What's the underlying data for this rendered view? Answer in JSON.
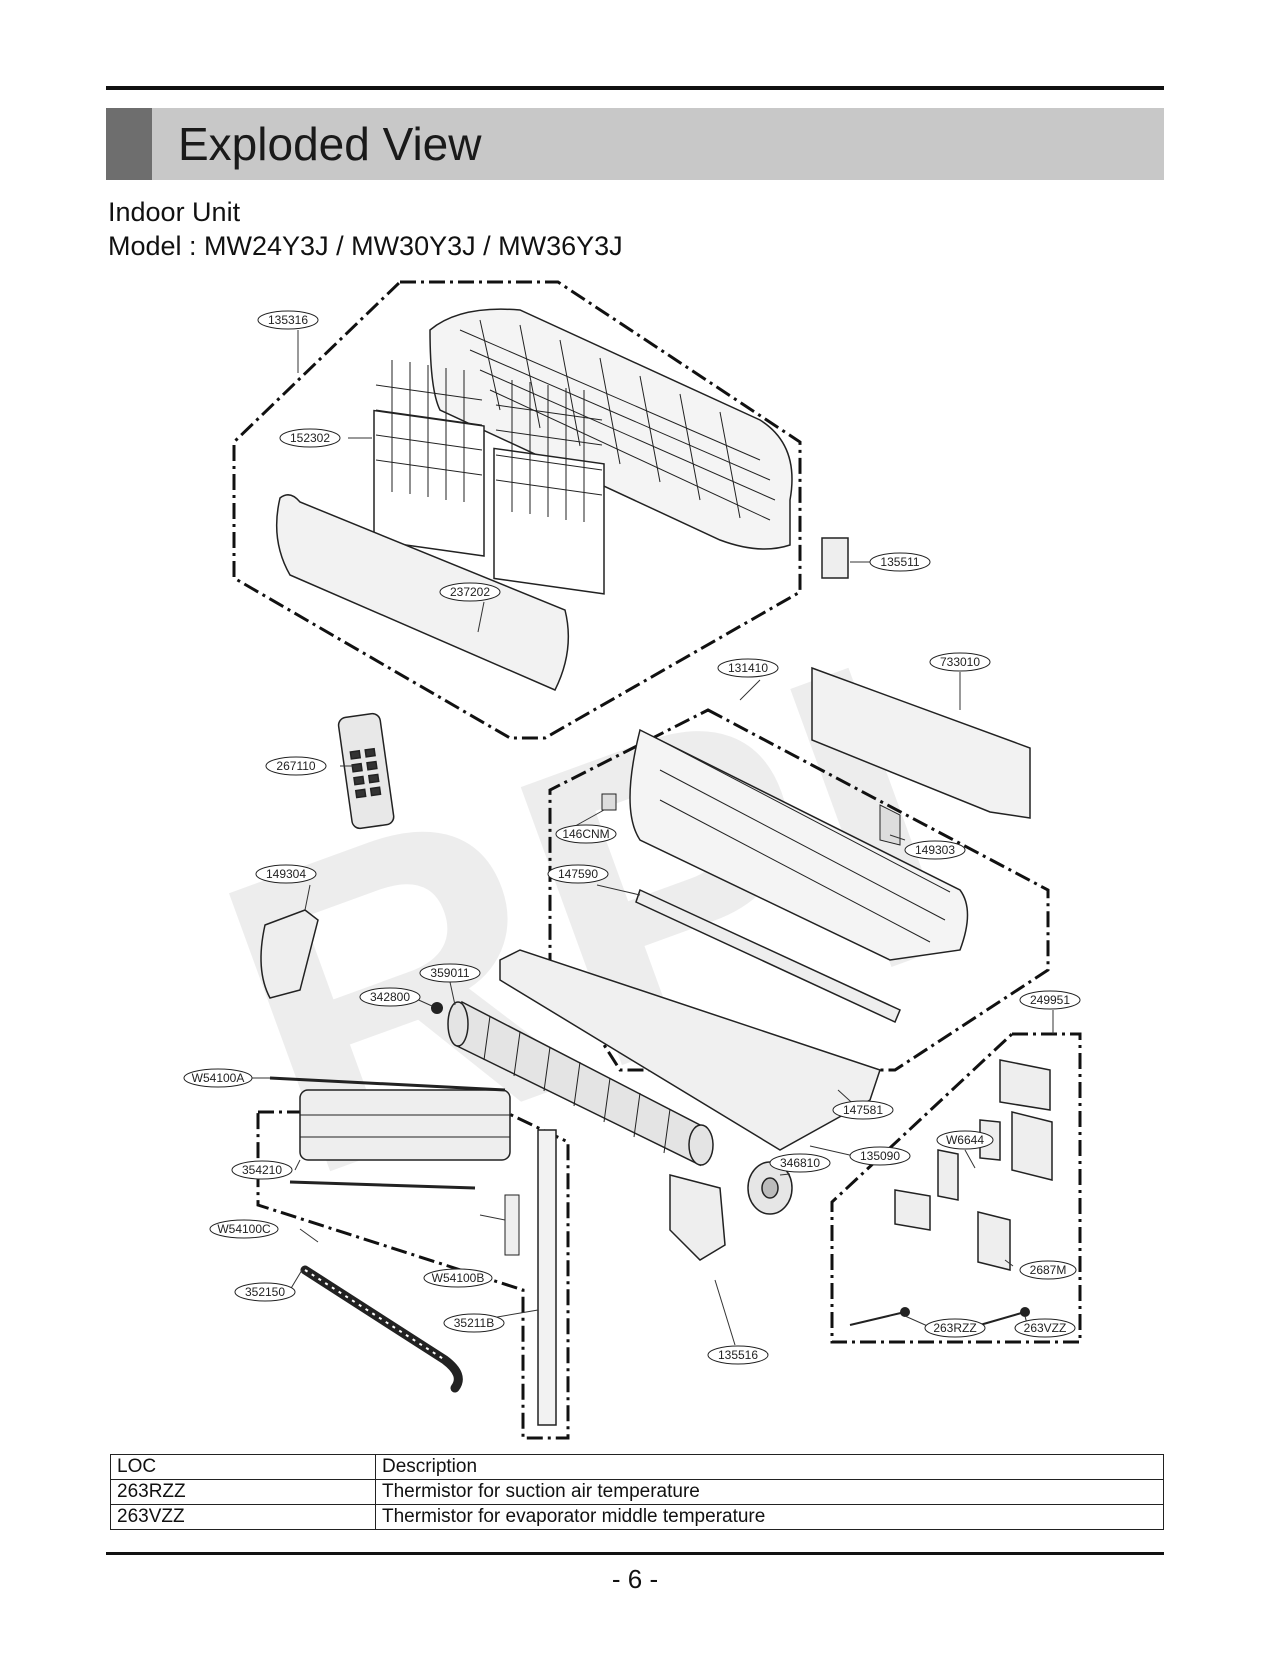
{
  "header": {
    "title": "Exploded View",
    "subtitle": "Indoor Unit",
    "model_line": "Model : MW24Y3J / MW30Y3J / MW36Y3J"
  },
  "watermark": "RPI",
  "parts": [
    {
      "code": "135316"
    },
    {
      "code": "152302"
    },
    {
      "code": "237202"
    },
    {
      "code": "135511"
    },
    {
      "code": "131410"
    },
    {
      "code": "733010"
    },
    {
      "code": "267110"
    },
    {
      "code": "146CNM"
    },
    {
      "code": "149303"
    },
    {
      "code": "149304"
    },
    {
      "code": "147590"
    },
    {
      "code": "359011"
    },
    {
      "code": "342800"
    },
    {
      "code": "249951"
    },
    {
      "code": "147581"
    },
    {
      "code": "W54100A"
    },
    {
      "code": "135090"
    },
    {
      "code": "W6644"
    },
    {
      "code": "354210"
    },
    {
      "code": "346810"
    },
    {
      "code": "W54100C"
    },
    {
      "code": "2687M"
    },
    {
      "code": "W54100B"
    },
    {
      "code": "352150"
    },
    {
      "code": "35211B"
    },
    {
      "code": "263RZZ"
    },
    {
      "code": "263VZZ"
    },
    {
      "code": "135516"
    }
  ],
  "table": {
    "headers": [
      "LOC",
      "Description"
    ],
    "rows": [
      [
        "263RZZ",
        "Thermistor for suction air temperature"
      ],
      [
        "263VZZ",
        "Thermistor for evaporator middle temperature"
      ]
    ]
  },
  "footer": {
    "page": "- 6 -"
  }
}
